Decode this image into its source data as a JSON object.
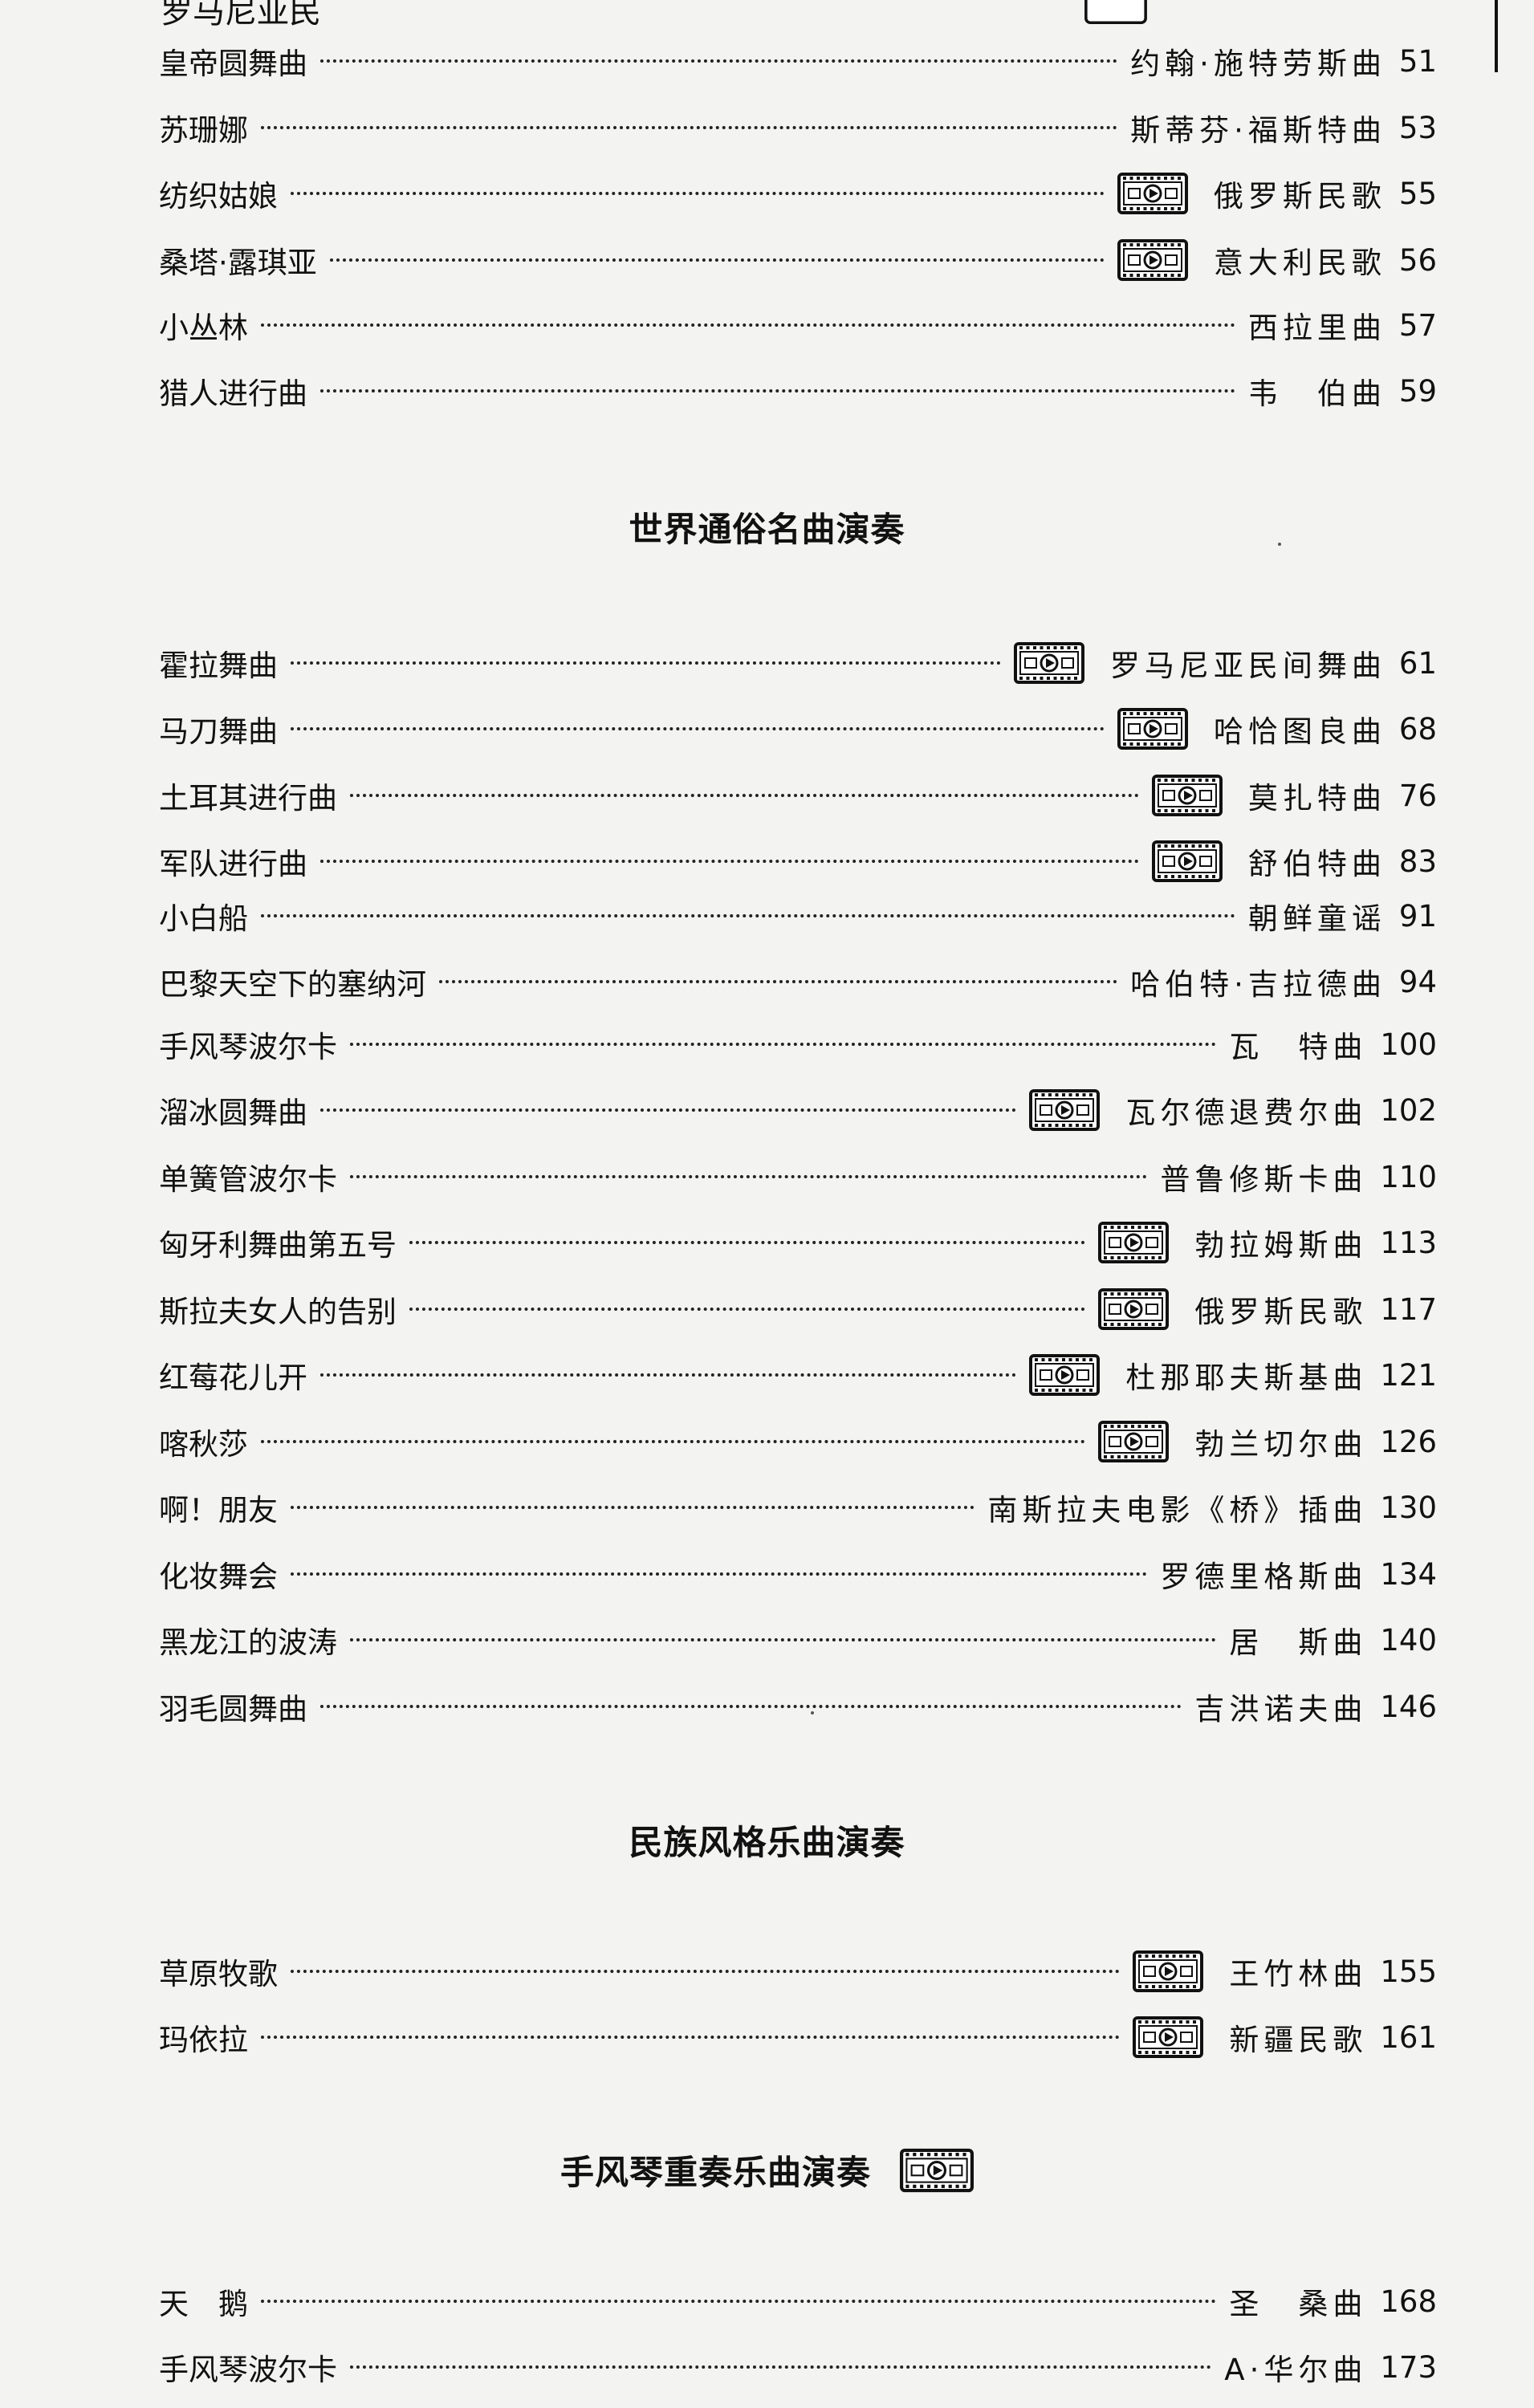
{
  "icons": {
    "video": "video-badge-icon"
  },
  "top_fragment": "罗马尼亚民",
  "sections": [
    {
      "title": "",
      "entries": [
        {
          "name": "皇帝圆舞曲",
          "composer": "约翰·施特劳斯曲",
          "page": "51",
          "video": false
        },
        {
          "name": "苏珊娜",
          "composer": "斯蒂芬·福斯特曲",
          "page": "53",
          "video": false
        },
        {
          "name": "纺织姑娘",
          "composer": "俄罗斯民歌",
          "page": "55",
          "video": true
        },
        {
          "name": "桑塔·露琪亚",
          "composer": "意大利民歌",
          "page": "56",
          "video": true
        },
        {
          "name": "小丛林",
          "composer": "西拉里曲",
          "page": "57",
          "video": false
        },
        {
          "name": "猎人进行曲",
          "composer": "韦　伯曲",
          "page": "59",
          "video": false
        }
      ]
    },
    {
      "title": "世界通俗名曲演奏",
      "entries": [
        {
          "name": "霍拉舞曲",
          "composer": "罗马尼亚民间舞曲",
          "page": "61",
          "video": true
        },
        {
          "name": "马刀舞曲",
          "composer": "哈恰图良曲",
          "page": "68",
          "video": true
        },
        {
          "name": "土耳其进行曲",
          "composer": "莫扎特曲",
          "page": "76",
          "video": true
        },
        {
          "name": "军队进行曲",
          "composer": "舒伯特曲",
          "page": "83",
          "video": true
        },
        {
          "name": "小白船",
          "composer": "朝鲜童谣",
          "page": "91",
          "video": false
        },
        {
          "name": "巴黎天空下的塞纳河",
          "composer": "哈伯特·吉拉德曲",
          "page": "94",
          "video": false
        },
        {
          "name": "手风琴波尔卡",
          "composer": "瓦　特曲",
          "page": "100",
          "video": false
        },
        {
          "name": "溜冰圆舞曲",
          "composer": "瓦尔德退费尔曲",
          "page": "102",
          "video": true
        },
        {
          "name": "单簧管波尔卡",
          "composer": "普鲁修斯卡曲",
          "page": "110",
          "video": false
        },
        {
          "name": "匈牙利舞曲第五号",
          "composer": "勃拉姆斯曲",
          "page": "113",
          "video": true
        },
        {
          "name": "斯拉夫女人的告别",
          "composer": "俄罗斯民歌",
          "page": "117",
          "video": true
        },
        {
          "name": "红莓花儿开",
          "composer": "杜那耶夫斯基曲",
          "page": "121",
          "video": true
        },
        {
          "name": "喀秋莎",
          "composer": "勃兰切尔曲",
          "page": "126",
          "video": true
        },
        {
          "name": "啊！朋友",
          "composer": "南斯拉夫电影《桥》插曲",
          "page": "130",
          "video": false
        },
        {
          "name": "化妆舞会",
          "composer": "罗德里格斯曲",
          "page": "134",
          "video": false
        },
        {
          "name": "黑龙江的波涛",
          "composer": "居　斯曲",
          "page": "140",
          "video": false
        },
        {
          "name": "羽毛圆舞曲",
          "composer": "吉洪诺夫曲",
          "page": "146",
          "video": false
        }
      ]
    },
    {
      "title": "民族风格乐曲演奏",
      "entries": [
        {
          "name": "草原牧歌",
          "composer": "王竹林曲",
          "page": "155",
          "video": true
        },
        {
          "name": "玛依拉",
          "composer": "新疆民歌",
          "page": "161",
          "video": true
        }
      ]
    },
    {
      "title": "手风琴重奏乐曲演奏",
      "title_video": true,
      "entries": [
        {
          "name": "天　鹅",
          "composer": "圣　桑曲",
          "page": "168",
          "video": false
        },
        {
          "name": "手风琴波尔卡",
          "composer": "A·华尔曲",
          "page": "173",
          "video": false
        }
      ]
    }
  ]
}
